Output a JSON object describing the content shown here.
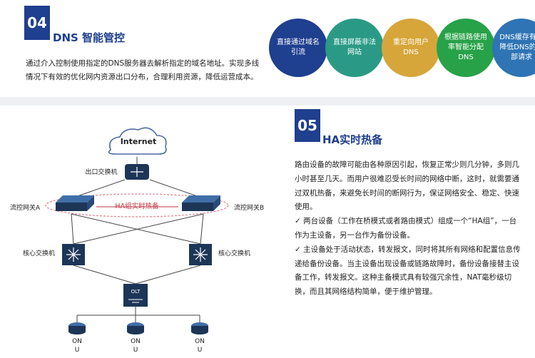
{
  "section4": {
    "number": "04",
    "title": "DNS 智能管控",
    "description_line1": "通过介入控制使用指定的DNS服务器去解析指定的域名地址。实现多线",
    "description_line2": "情况下有效的优化网内资源出口分布，合理利用资源，降低运营成本。",
    "features": [
      {
        "label": "直接通过域名引流",
        "color": "#1f3f8f"
      },
      {
        "label": "直接屏蔽非法网站",
        "color": "#2a9a86"
      },
      {
        "label": "重定向用户DNS",
        "color": "#d6a63a"
      },
      {
        "label": "根据链路使用率智能分配DNS",
        "color": "#27a248"
      },
      {
        "label": "DNS缓存有效降低DNS的外部请求",
        "color": "#2f74b5"
      }
    ]
  },
  "section5": {
    "number": "05",
    "title": "HA实时热备",
    "paragraphs": [
      "路由设备的故障可能由各种原因引起，恢复正常少则几分钟，多则几小时甚至几天。而用户很难忍受长时间的网络中断，这时，就需要通过双机热备，来避免长时间的断网行为，保证网络安全、稳定、快速使用。",
      "✓ 两台设备（工作在桥模式或者路由模式）组成一个“HA组”，一台作为主设备，另一台作为备份设备。",
      "✓ 主设备处于活动状态，转发报文，同时将其所有网络和配置信息传递给备份设备。当主设备出现设备或链路故障时，备份设备接替主设备工作，转发报文。这种主备模式具有较强冗余性，NAT毫秒级切换，而且其网络结构简单，便于维护管理。"
    ]
  },
  "diagram": {
    "internet": "Internet",
    "exit_switch": "出口交换机",
    "gateway_a": "流控网关A",
    "gateway_b": "流控网关B",
    "ha_group": "HA组实时热备",
    "core_switch_left": "核心交换机",
    "core_switch_right": "核心交换机",
    "olt": "OLT",
    "onu_label_top": "ON",
    "onu_label_bottom": "U"
  }
}
